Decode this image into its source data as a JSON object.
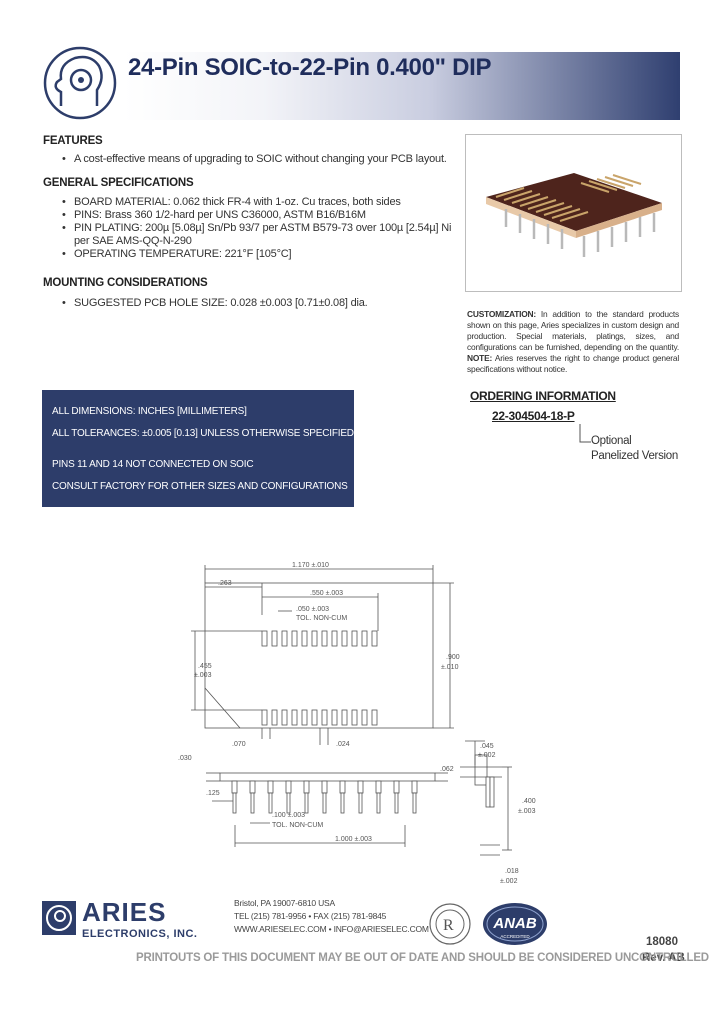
{
  "header": {
    "title": "24-Pin SOIC-to-22-Pin 0.400\" DIP",
    "logo_icon": "aries-head-logo-icon"
  },
  "features": {
    "heading": "FEATURES",
    "items": [
      "A cost-effective means of upgrading to SOIC without changing your PCB layout."
    ]
  },
  "general_specs": {
    "heading": "GENERAL SPECIFICATIONS",
    "items": [
      "BOARD MATERIAL: 0.062 thick FR-4 with 1-oz. Cu traces, both sides",
      "PINS: Brass 360 1/2-hard per UNS C36000, ASTM B16/B16M",
      "PIN PLATING: 200µ [5.08µ] Sn/Pb 93/7 per ASTM B579-73 over 100µ [2.54µ] Ni per SAE AMS-QQ-N-290",
      "OPERATING TEMPERATURE: 221°F [105°C]"
    ]
  },
  "mounting": {
    "heading": "MOUNTING CONSIDERATIONS",
    "items": [
      "SUGGESTED PCB HOLE SIZE: 0.028 ±0.003 [0.71±0.08] dia."
    ]
  },
  "customization": {
    "label": "CUSTOMIZATION:",
    "text": "In addition to the standard products shown on this page, Aries specializes in custom design and production. Special materials, platings, sizes, and configurations can be furnished, depending on the quantity.",
    "note_label": "NOTE:",
    "note_text": "Aries reserves the right to change product general specifications without notice."
  },
  "ordering": {
    "heading": "ORDERING INFORMATION",
    "part_number": "22-304504-18-P",
    "option_line1": "Optional",
    "option_line2": "Panelized Version"
  },
  "dimensions_box": {
    "lines": [
      "ALL DIMENSIONS: INCHES [MILLIMETERS]",
      "ALL TOLERANCES: ±0.005 [0.13] UNLESS OTHERWISE SPECIFIED",
      "PINS 11 AND 14 NOT CONNECTED ON SOIC",
      "CONSULT FACTORY FOR OTHER SIZES AND CONFIGURATIONS"
    ]
  },
  "drawing": {
    "dim_overall": "1.170 ±.010",
    "dim_left_offset": ".263",
    "dim_soic_span": ".550 ±.003",
    "dim_pitch": ".050 ±.003",
    "dim_tol": "TOL. NON-CUM",
    "dim_height_left_1": ".455",
    "dim_height_left_2": "±.003",
    "dim_height_right_1": ".900",
    "dim_height_right_2": "±.010",
    "dim_pad_w": ".070",
    "dim_pad_gap": ".024",
    "dim_pin_side_1": ".045",
    "dim_pin_side_2": "±.002",
    "dim_board": ".062",
    "dim_top": ".030",
    "dim_shoulder": ".125",
    "dim_dip_pitch": ".100 ±.003",
    "dim_dip_tol": "TOL. NON-CUM",
    "dim_dip_span": "1.000 ±.003",
    "dim_row_1": ".400",
    "dim_row_2": "±.003",
    "dim_pin_dia_1": ".018",
    "dim_pin_dia_2": "±.002"
  },
  "footer": {
    "company_name": "ARIES",
    "company_sub": "ELECTRONICS, INC.",
    "address_line": "Bristol, PA 19007-6810 USA",
    "phone_line": "TEL (215) 781-9956 • FAX (215) 781-9845",
    "web_line": "WWW.ARIESELEC.COM • INFO@ARIESELEC.COM",
    "ul_icon": "ul-recognized-icon",
    "anab_label": "ANAB",
    "anab_sub": "ACCREDITED",
    "doc_number": "18080",
    "revision": "Rev. AB",
    "disclaimer": "PRINTOUTS OF THIS DOCUMENT MAY BE OUT OF DATE AND SHOULD BE CONSIDERED UNCONTROLLED"
  },
  "colors": {
    "navy": "#2d3d6a",
    "title_navy": "#1f2d5c",
    "board_brown": "#5a2a20",
    "pin_gold": "#c9b27a"
  }
}
